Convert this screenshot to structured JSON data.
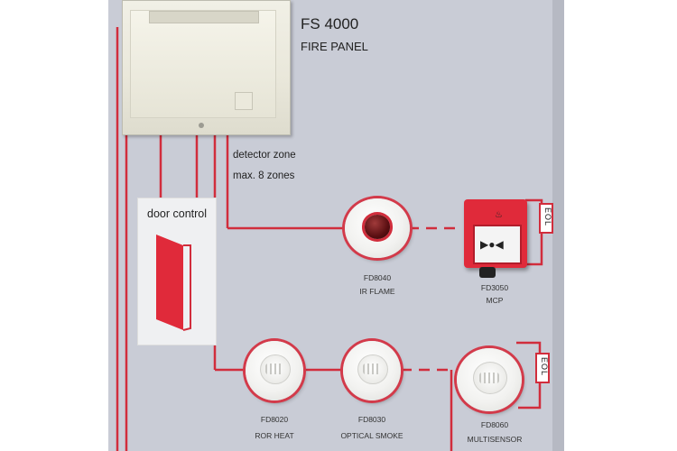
{
  "panel": {
    "title": "FS 4000",
    "subtitle": "FIRE PANEL"
  },
  "zone_note": {
    "line1": "detector zone",
    "line2": "max. 8 zones"
  },
  "door_control": {
    "label": "door control"
  },
  "devices": [
    {
      "code": "FD8040",
      "name": "IR FLAME"
    },
    {
      "code": "FD3050",
      "name": "MCP"
    },
    {
      "code": "FD8020",
      "name": "ROR HEAT"
    },
    {
      "code": "FD8030",
      "name": "OPTICAL SMOKE"
    },
    {
      "code": "FD8060",
      "name": "MULTISENSOR"
    }
  ],
  "eol_label": "EOL",
  "colors": {
    "wire": "#d12d3c",
    "board": "#c9ccd6",
    "panel": "#ecebdf"
  }
}
